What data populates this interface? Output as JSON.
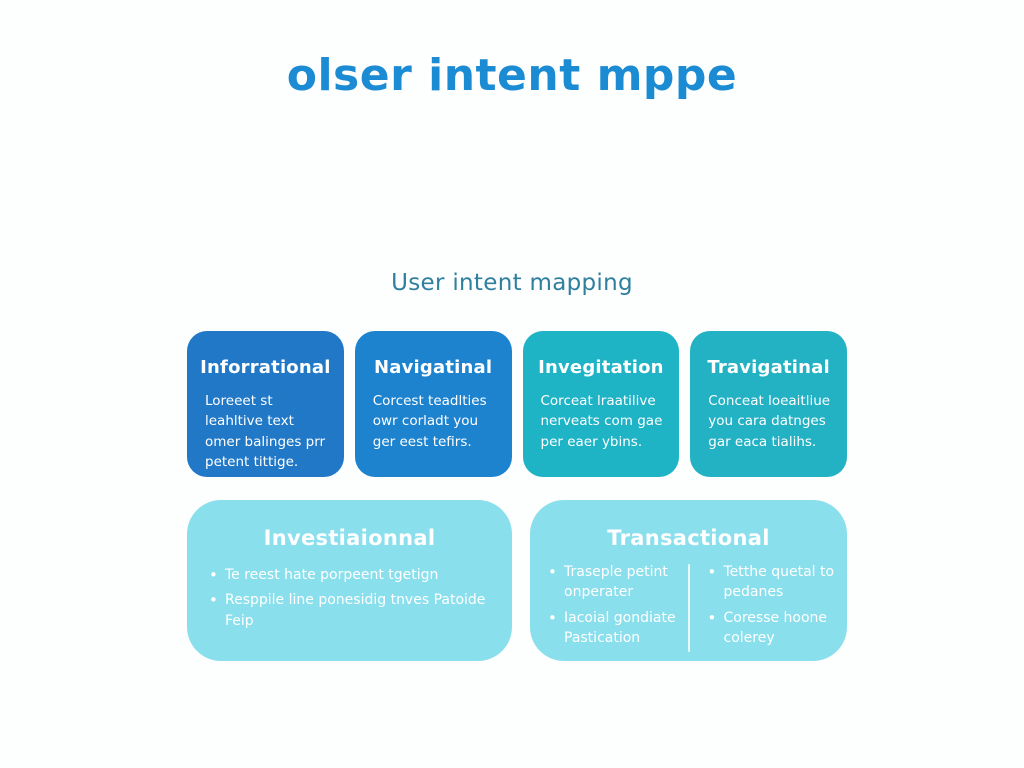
{
  "page": {
    "title": "olser intent mppe",
    "subtitle": "User intent mapping"
  },
  "colors": {
    "title_text": "#1b8bd3",
    "subtitle_text": "#2f7f9e",
    "blue_card_1": "#2178c6",
    "blue_card_2": "#1e83cf",
    "teal_card_1": "#1fb3c6",
    "teal_card_2": "#23b1c4",
    "light_cyan_card": "#8adfec",
    "card_text": "#ffffff"
  },
  "top_cards": [
    {
      "title": "Inforrational",
      "body": "Loreeet st leahltive text omer balinges prr petent tittige."
    },
    {
      "title": "Navigatinal",
      "body": "Corcest teadlties owr corladt you ger eest tefirs."
    },
    {
      "title": "Invegitation",
      "body": "Corceat lraatilive nerveats com gae per eaer ybins."
    },
    {
      "title": "Travigatinal",
      "body": "Conceat loeaitliue you cara datnges gar eaca tialihs."
    }
  ],
  "bottom_cards": [
    {
      "title": "Investiaionnal",
      "bullets": [
        "Te reest hate porpeent tgetign",
        "Resppile line ponesidig tnves Patoide Feip"
      ]
    },
    {
      "title": "Transactional",
      "left_bullets": [
        "Traseple petint onperater",
        "Iacoial gondiate Pastication"
      ],
      "right_bullets": [
        "Tetthe quetal to pedanes",
        "Coresse hoone colerey"
      ]
    }
  ]
}
